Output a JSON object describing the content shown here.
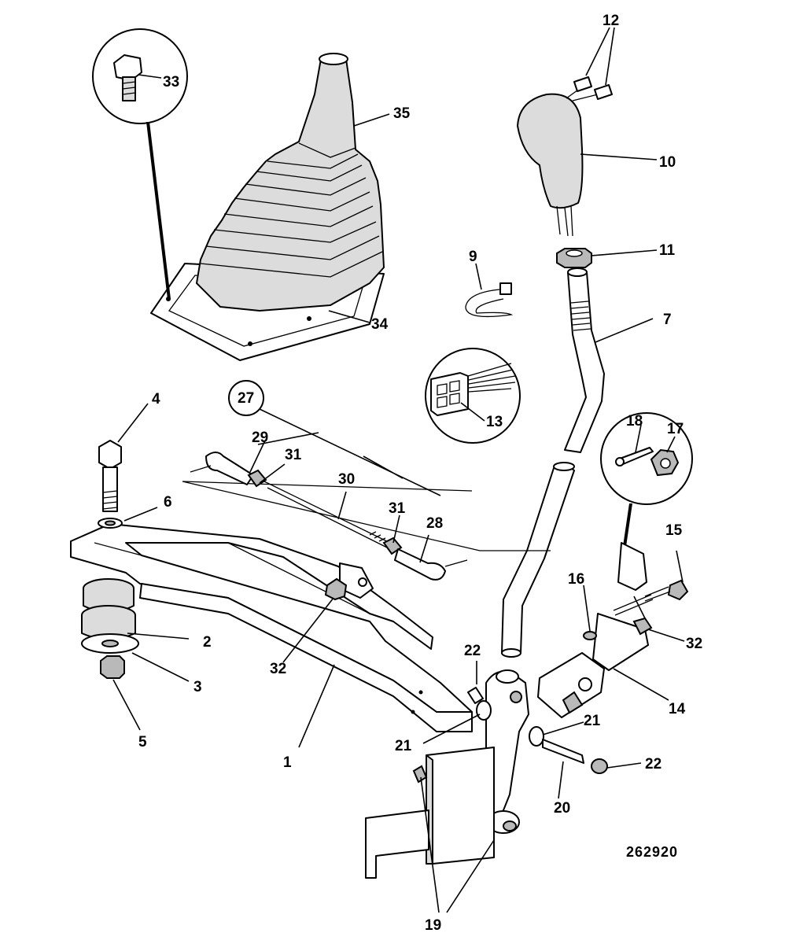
{
  "diagram": {
    "reference_number": "262920",
    "callouts": {
      "c1": "1",
      "c2": "2",
      "c3": "3",
      "c4": "4",
      "c5": "5",
      "c6": "6",
      "c7": "7",
      "c9": "9",
      "c10": "10",
      "c11": "11",
      "c12": "12",
      "c13": "13",
      "c14": "14",
      "c15": "15",
      "c16": "16",
      "c17": "17",
      "c18": "18",
      "c19": "19",
      "c20": "20",
      "c21a": "21",
      "c21b": "21",
      "c22a": "22",
      "c22b": "22",
      "c27": "27",
      "c28": "28",
      "c29": "29",
      "c30": "30",
      "c31a": "31",
      "c31b": "31",
      "c32a": "32",
      "c32b": "32",
      "c33": "33",
      "c34": "34",
      "c35": "35"
    }
  }
}
